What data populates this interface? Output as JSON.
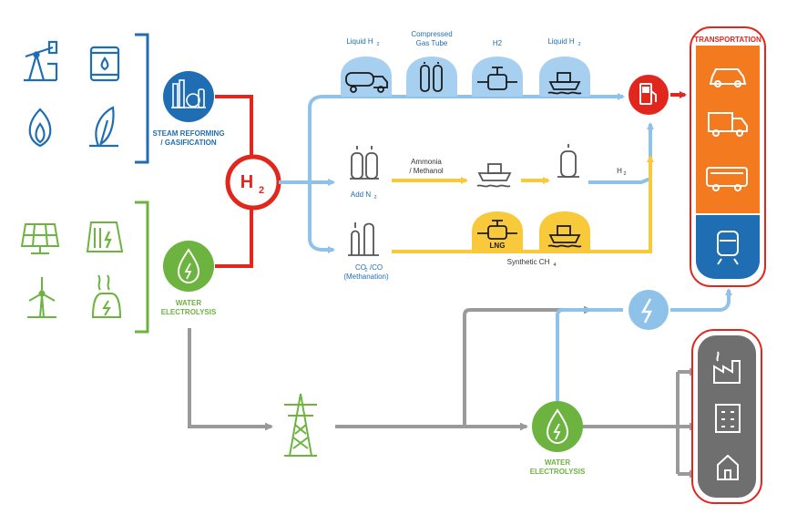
{
  "labels": {
    "steam": [
      "STEAM REFORMING",
      "/ GASIFICATION"
    ],
    "water_top": [
      "WATER",
      "ELECTROLYSIS"
    ],
    "water_bottom": [
      "WATER",
      "ELECTROLYSIS"
    ],
    "h2_main": "H",
    "h2_sub": "2",
    "liquid_h2_1": "Liquid H",
    "liquid_h2_1_sub": "2",
    "compressed": [
      "Compressed",
      "Gas Tube"
    ],
    "pipeline_h2": "H2",
    "liquid_h2_2": "Liquid H",
    "liquid_h2_2_sub": "2",
    "add_n2": "Add N",
    "add_n2_sub": "2",
    "ammonia": [
      "Ammonia",
      "/ Methanol"
    ],
    "h2_after": "H",
    "h2_after_sub": "2",
    "co2co": [
      "CO",
      "/CO"
    ],
    "co2co_sub": "2",
    "methanation": "(Methanation)",
    "lng": "LNG",
    "synthetic": "Synthetic CH",
    "synthetic_sub": "4",
    "transportation": "TRANSPORTATION"
  },
  "colors": {
    "blue_dark": "#1f6db3",
    "blue_light": "#8ec2e8",
    "blue_fill": "#a7d0f0",
    "green": "#6cb33f",
    "red": "#e1271d",
    "yellow": "#f9c93c",
    "gray": "#9a9a9a",
    "orange": "#f47a20",
    "gray_dark": "#6f6f6f"
  },
  "icons": {
    "fossil": [
      "oil-pump-icon",
      "oil-barrel-icon",
      "gas-flame-icon",
      "biomass-leaf-icon"
    ],
    "renewable": [
      "solar-panel-icon",
      "hydro-dam-icon",
      "wind-turbine-icon",
      "geothermal-icon"
    ],
    "transport": [
      "car-icon",
      "truck-icon",
      "bus-icon",
      "train-icon"
    ],
    "buildings": [
      "factory-icon",
      "office-building-icon",
      "house-icon"
    ]
  }
}
